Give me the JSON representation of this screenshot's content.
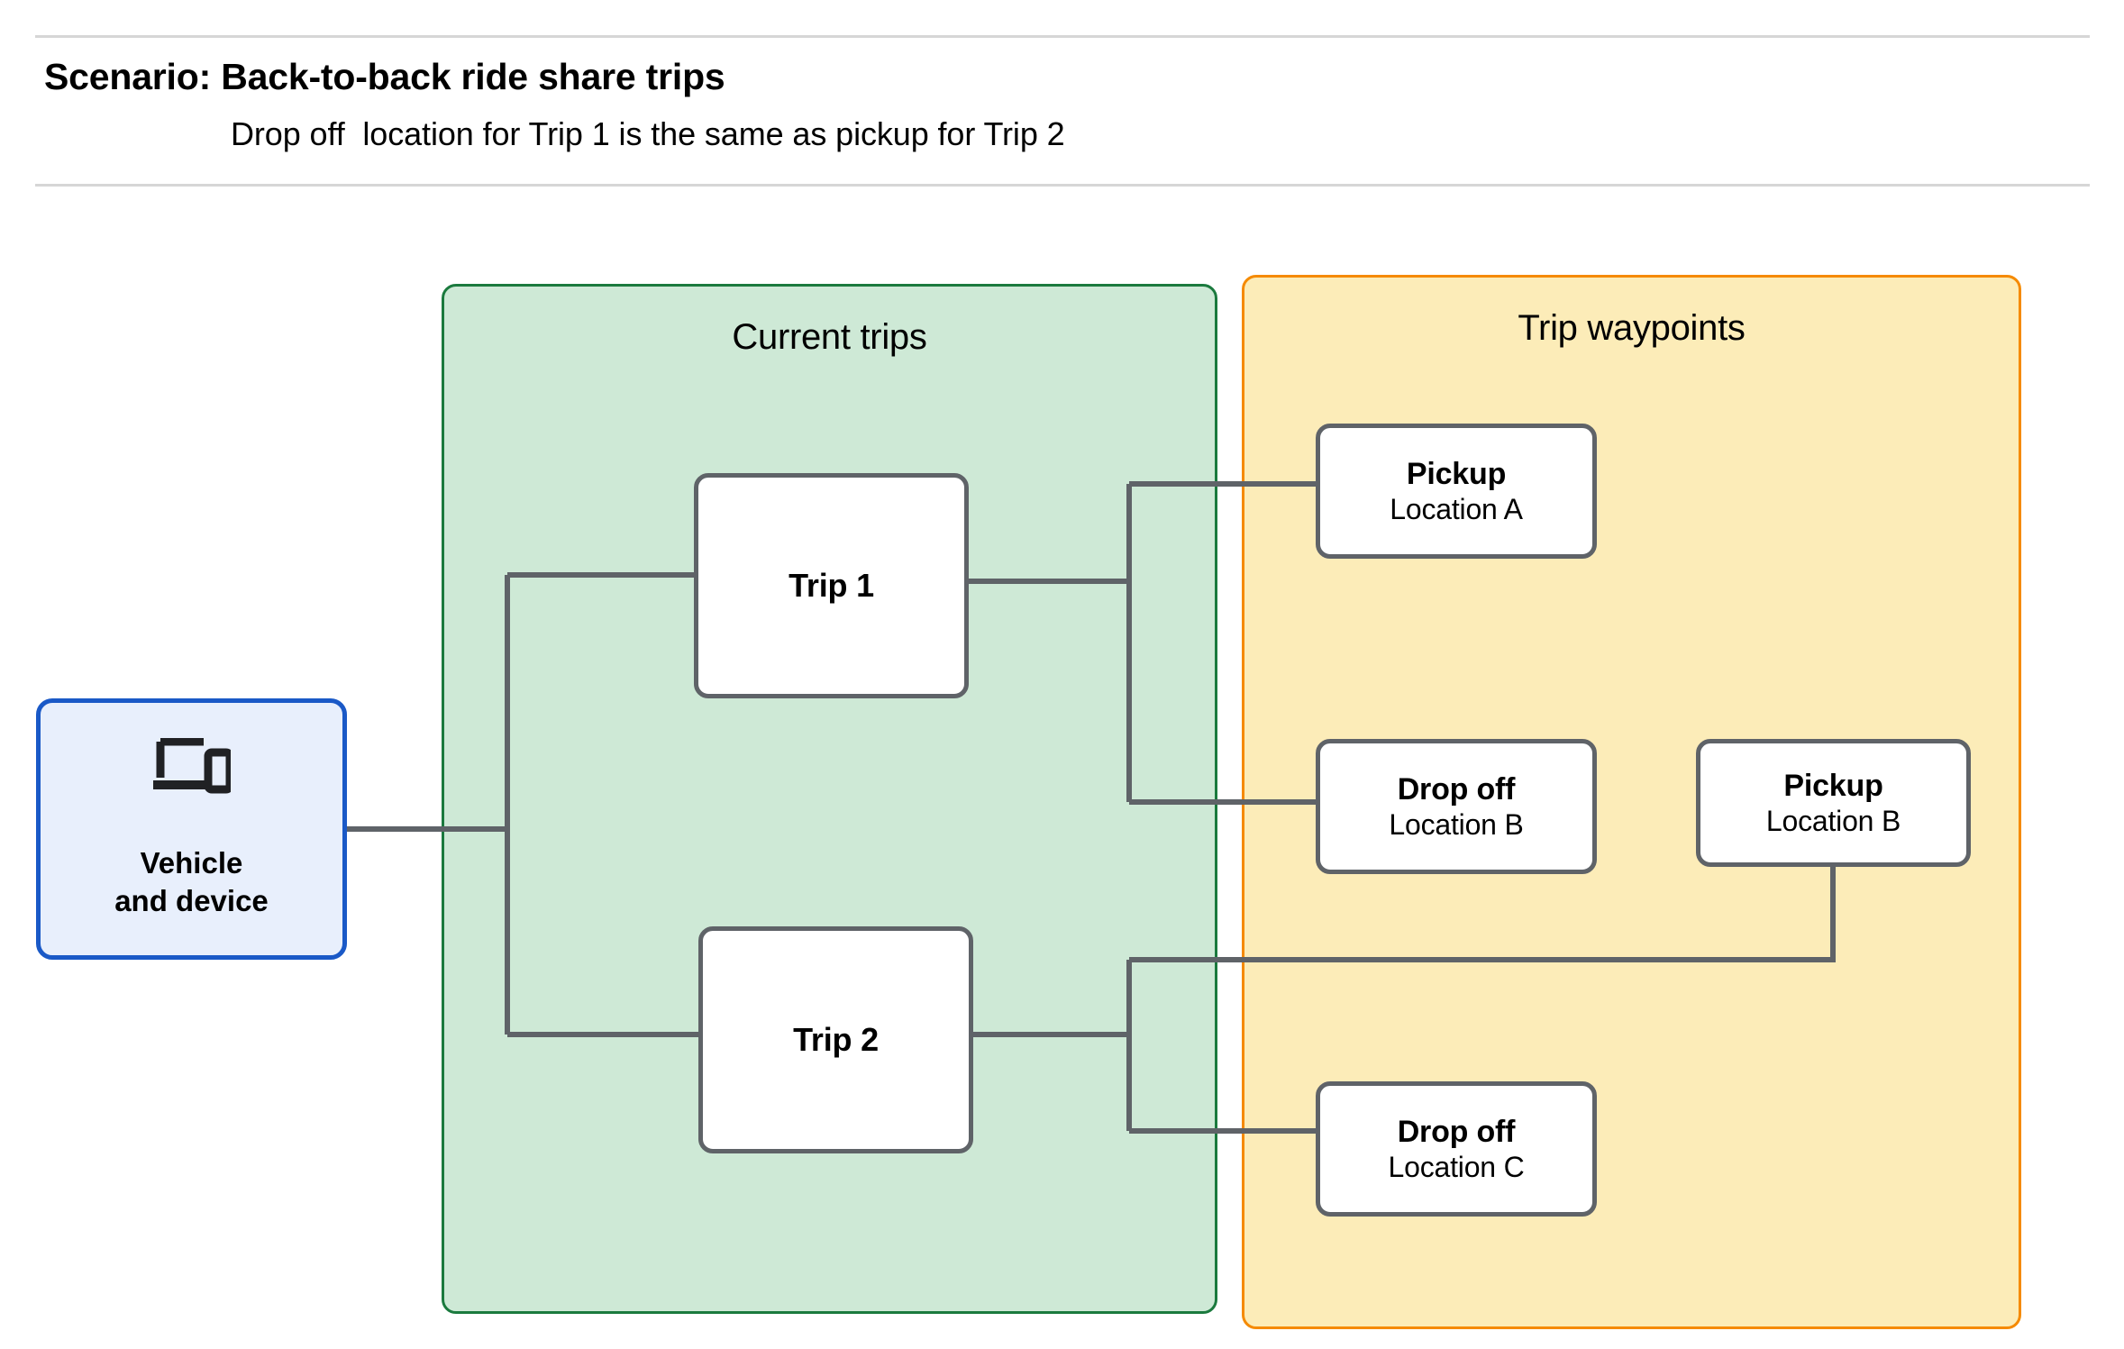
{
  "header": {
    "title": "Scenario: Back-to-back ride share trips",
    "subtitle": "Drop off  location for Trip 1 is the same as pickup for Trip 2"
  },
  "colors": {
    "current_trips_fill": "#cee9d6",
    "current_trips_border": "#1b7a3e",
    "trip_waypoints_fill": "#fcecb8",
    "trip_waypoints_border": "#f58a00",
    "vehicle_fill": "#e8effc",
    "vehicle_border": "#1a59c7",
    "node_border": "#5f6368",
    "connector": "#5f6368",
    "rule": "#d6d6d6"
  },
  "groups": {
    "current_trips": {
      "title": "Current trips"
    },
    "trip_waypoints": {
      "title": "Trip waypoints"
    }
  },
  "nodes": {
    "vehicle": {
      "icon": "devices-icon",
      "label": "Vehicle\nand device"
    },
    "trips": [
      {
        "label": "Trip 1"
      },
      {
        "label": "Trip 2"
      }
    ],
    "waypoints": [
      {
        "type": "Pickup",
        "location": "Location A"
      },
      {
        "type": "Drop off",
        "location": "Location B"
      },
      {
        "type": "Pickup",
        "location": "Location B"
      },
      {
        "type": "Drop off",
        "location": "Location C"
      }
    ]
  },
  "connections": [
    {
      "from": "vehicle",
      "to": "trip-1"
    },
    {
      "from": "vehicle",
      "to": "trip-2"
    },
    {
      "from": "trip-1",
      "to": "pickup-a"
    },
    {
      "from": "trip-1",
      "to": "dropoff-b"
    },
    {
      "from": "trip-2",
      "to": "pickup-b"
    },
    {
      "from": "trip-2",
      "to": "dropoff-c"
    }
  ]
}
